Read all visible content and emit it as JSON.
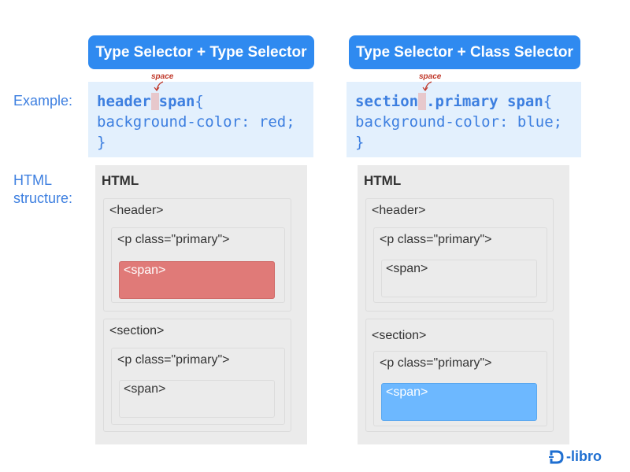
{
  "headers": {
    "left": "Type Selector + Type Selector",
    "right": "Type Selector + Class Selector"
  },
  "labels": {
    "example": "Example:",
    "html_structure_line1": "HTML",
    "html_structure_line2": "structure:"
  },
  "space_note": "space",
  "left_code": {
    "selector_a": "header",
    "selector_b": "span",
    "open_brace": "{",
    "declaration": "background-color: red;",
    "close_brace": "}"
  },
  "right_code": {
    "selector_a": "section",
    "selector_b": ".primary span",
    "open_brace": "{",
    "declaration": "background-color: blue;",
    "close_brace": "}"
  },
  "panel_title": "HTML",
  "tags": {
    "header": "<header>",
    "section": "<section>",
    "p_primary": "<p class=\"primary\">",
    "span": "<span>"
  },
  "highlight_colors": {
    "red": "#e07a78",
    "blue": "#6db8ff"
  },
  "logo": {
    "text": "libro",
    "icon": "d-libro-logo-icon"
  }
}
